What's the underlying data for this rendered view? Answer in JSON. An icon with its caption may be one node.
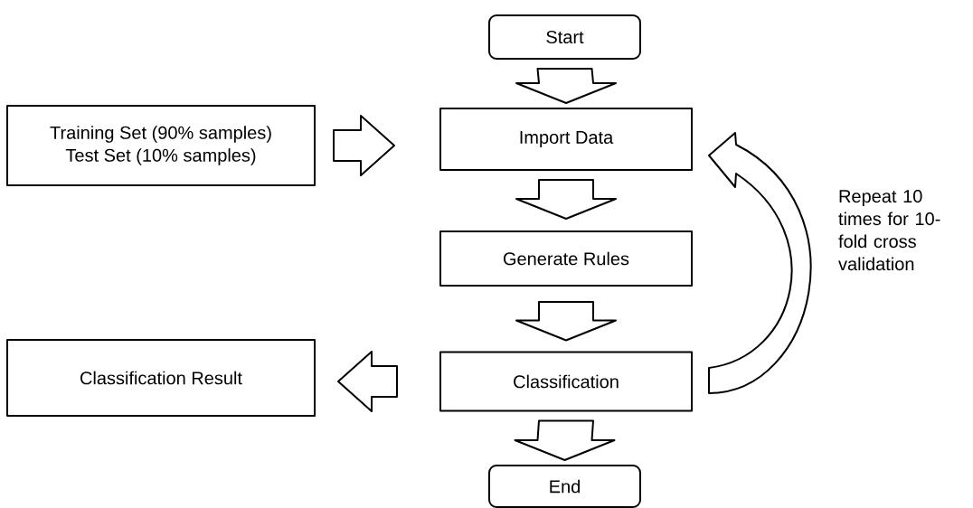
{
  "diagram": {
    "nodes": [
      {
        "text": [
          "Start"
        ]
      },
      {
        "text": [
          "Training Set (90% samples)",
          "Test Set (10% samples)"
        ]
      },
      {
        "text": [
          "Import Data"
        ]
      },
      {
        "text": [
          "Generate Rules"
        ]
      },
      {
        "text": [
          "Classification Result"
        ]
      },
      {
        "text": [
          "Classification"
        ]
      },
      {
        "text": [
          "End"
        ]
      }
    ],
    "edges": [
      {
        "from": 0,
        "to": 2,
        "arrow": "to"
      },
      {
        "from": 1,
        "to": 2,
        "arrow": "to"
      },
      {
        "from": 2,
        "to": 3,
        "arrow": "to"
      },
      {
        "from": 3,
        "to": 5,
        "arrow": "to"
      },
      {
        "from": 5,
        "to": 4,
        "arrow": "to"
      },
      {
        "from": 5,
        "to": 6,
        "arrow": "to"
      },
      {
        "from": 5,
        "to": 2,
        "arrow": "to",
        "label": "Repeat 10 times for 10-fold cross validation"
      }
    ]
  }
}
